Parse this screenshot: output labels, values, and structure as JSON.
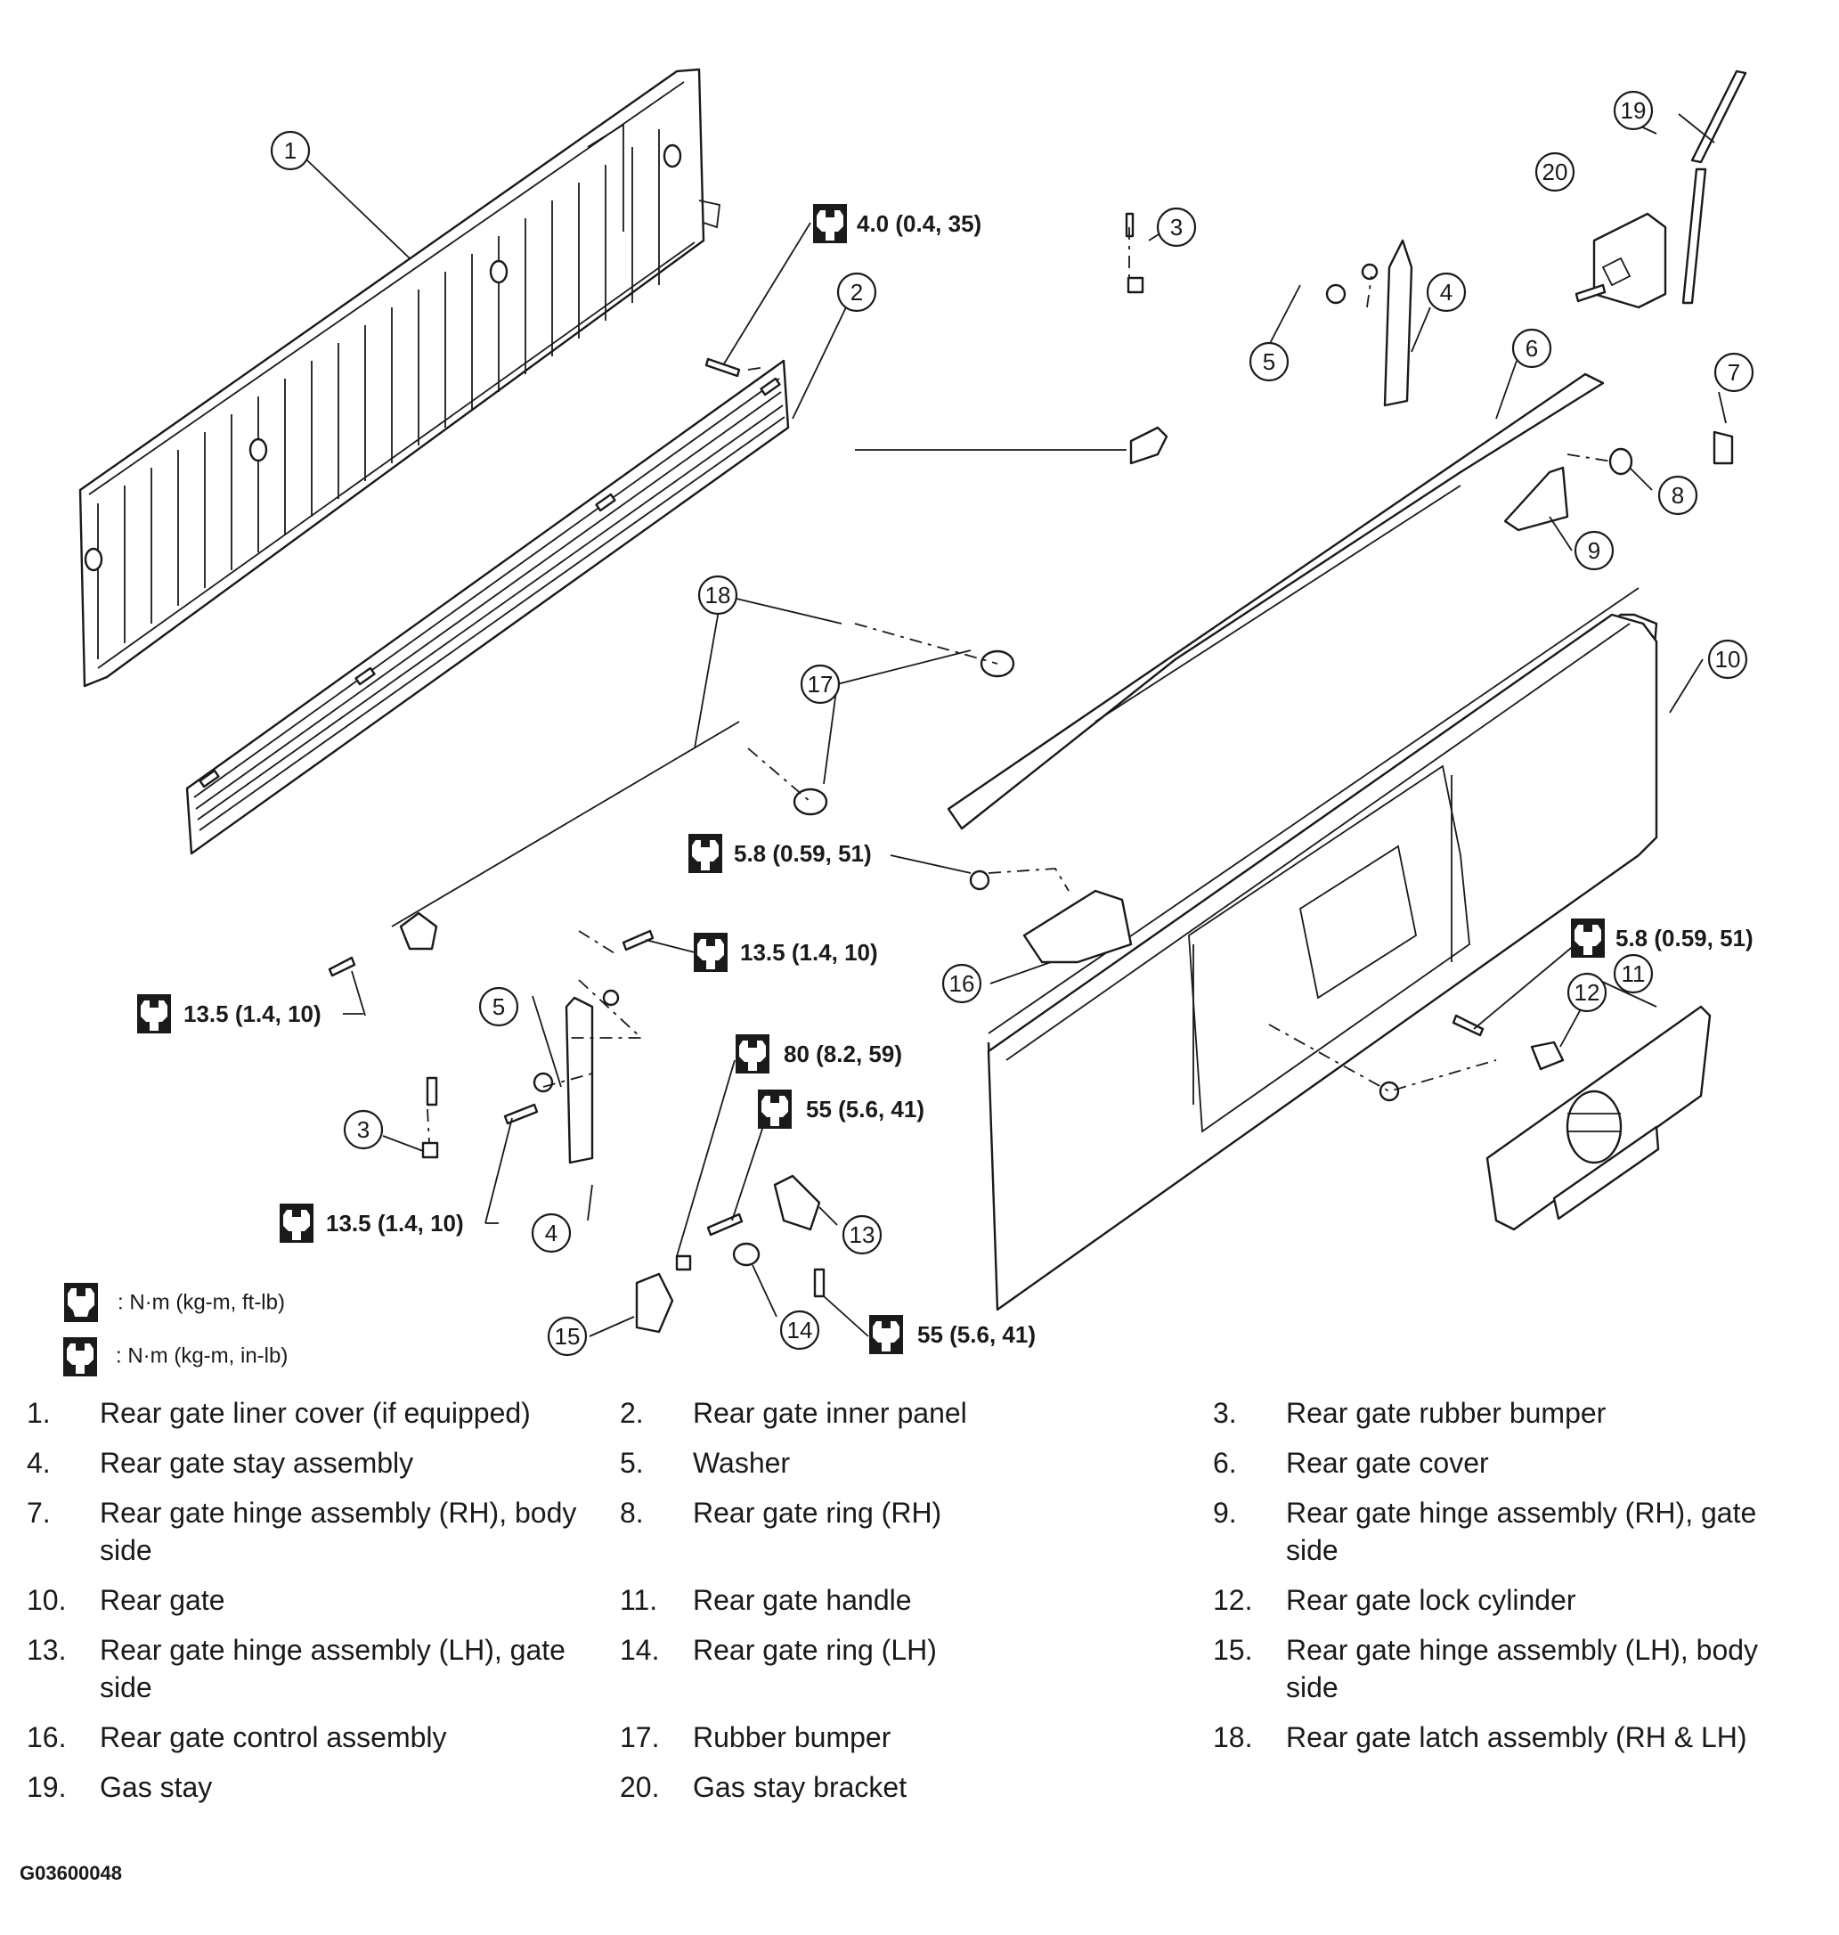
{
  "torque_specs": {
    "spec_4_0": "4.0 (0.4, 35)",
    "spec_5_8_a": "5.8 (0.59, 51)",
    "spec_5_8_b": "5.8 (0.59, 51)",
    "spec_13_5_a": "13.5 (1.4, 10)",
    "spec_13_5_b": "13.5 (1.4, 10)",
    "spec_13_5_c": "13.5 (1.4, 10)",
    "spec_80": "80 (8.2, 59)",
    "spec_55_a": "55 (5.6, 41)",
    "spec_55_b": "55 (5.6, 41)"
  },
  "unit_legend": {
    "ft_lb": ": N·m (kg-m, ft-lb)",
    "in_lb": ": N·m (kg-m, in-lb)"
  },
  "callouts": [
    "1",
    "2",
    "3",
    "4",
    "5",
    "6",
    "7",
    "8",
    "9",
    "10",
    "11",
    "12",
    "13",
    "14",
    "15",
    "16",
    "17",
    "18",
    "19",
    "20"
  ],
  "parts": [
    {
      "num": "1.",
      "name": "Rear gate liner cover (if equipped)"
    },
    {
      "num": "2.",
      "name": "Rear gate inner panel"
    },
    {
      "num": "3.",
      "name": "Rear gate rubber bumper"
    },
    {
      "num": "4.",
      "name": "Rear gate stay assembly"
    },
    {
      "num": "5.",
      "name": "Washer"
    },
    {
      "num": "6.",
      "name": "Rear gate cover"
    },
    {
      "num": "7.",
      "name": "Rear gate hinge assembly (RH), body side"
    },
    {
      "num": "8.",
      "name": "Rear gate ring (RH)"
    },
    {
      "num": "9.",
      "name": "Rear gate hinge assembly (RH), gate side"
    },
    {
      "num": "10.",
      "name": "Rear gate"
    },
    {
      "num": "11.",
      "name": "Rear gate handle"
    },
    {
      "num": "12.",
      "name": "Rear gate lock cylinder"
    },
    {
      "num": "13.",
      "name": "Rear gate hinge assembly (LH), gate side"
    },
    {
      "num": "14.",
      "name": "Rear gate ring (LH)"
    },
    {
      "num": "15.",
      "name": "Rear gate hinge assembly (LH), body side"
    },
    {
      "num": "16.",
      "name": "Rear gate control assembly"
    },
    {
      "num": "17.",
      "name": "Rubber bumper"
    },
    {
      "num": "18.",
      "name": "Rear gate latch assembly (RH & LH)"
    },
    {
      "num": "19.",
      "name": "Gas stay"
    },
    {
      "num": "20.",
      "name": "Gas stay bracket"
    }
  ],
  "figure_code": "G03600048"
}
